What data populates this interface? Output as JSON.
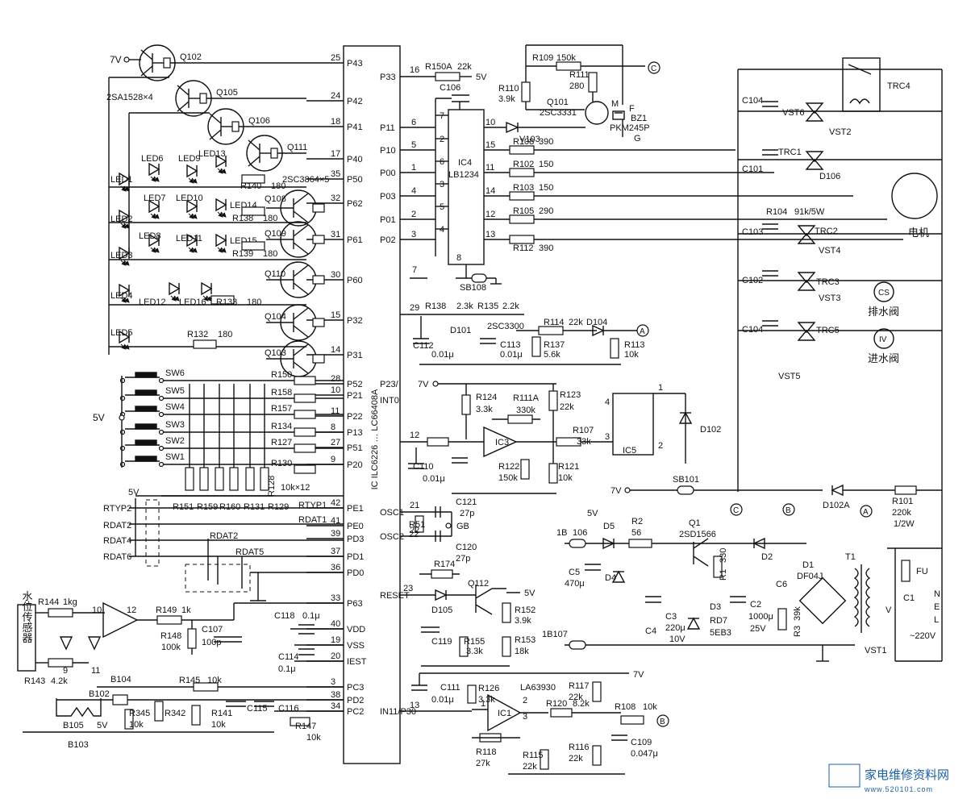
{
  "supply": {
    "v7_top": "7V",
    "v5_sw": "5V",
    "v5_rtyp": "5V",
    "v5_p33": "5V",
    "v7_opto": "7V",
    "v5_reset": "5V",
    "v7_ic1": "7V",
    "v7_sb101": "7V",
    "v5_d5": "5V",
    "v5_b105": "5V"
  },
  "mcu": {
    "name": "IC ILC6226 … LC66408A",
    "left_pins": [
      {
        "num": "25",
        "name": "P43"
      },
      {
        "num": "24",
        "name": "P42"
      },
      {
        "num": "18",
        "name": "P41"
      },
      {
        "num": "17",
        "name": "P40"
      },
      {
        "num": "35",
        "name": "P50"
      },
      {
        "num": "32",
        "name": "P62"
      },
      {
        "num": "31",
        "name": "P61"
      },
      {
        "num": "30",
        "name": "P60"
      },
      {
        "num": "15",
        "name": "P32"
      },
      {
        "num": "14",
        "name": "P31"
      },
      {
        "num": "28",
        "name": "P52"
      },
      {
        "num": "10",
        "name": "P21"
      },
      {
        "num": "11",
        "name": "P22"
      },
      {
        "num": "8",
        "name": "P13"
      },
      {
        "num": "27",
        "name": "P51"
      },
      {
        "num": "9",
        "name": "P20"
      },
      {
        "num": "42",
        "name": "PE1"
      },
      {
        "num": "41",
        "name": "PE0"
      },
      {
        "num": "39",
        "name": "PD3"
      },
      {
        "num": "37",
        "name": "PD1"
      },
      {
        "num": "36",
        "name": "PD0"
      },
      {
        "num": "33",
        "name": "P63"
      },
      {
        "num": "40",
        "name": "VDD"
      },
      {
        "num": "19",
        "name": "VSS"
      },
      {
        "num": "20",
        "name": "IEST"
      },
      {
        "num": "3",
        "name": "PC3"
      },
      {
        "num": "38",
        "name": "PD2"
      },
      {
        "num": "34",
        "name": "PC2"
      }
    ],
    "right_pins": [
      {
        "num": "16",
        "name": "P33"
      },
      {
        "num": "6",
        "name": "P11"
      },
      {
        "num": "5",
        "name": "P10"
      },
      {
        "num": "1",
        "name": "P00"
      },
      {
        "num": "4",
        "name": "P03"
      },
      {
        "num": "2",
        "name": "P01"
      },
      {
        "num": "3",
        "name": "P02"
      },
      {
        "num": "29",
        "name": ""
      },
      {
        "num": "",
        "name": "P23/"
      },
      {
        "num": "",
        "name": "INT0"
      },
      {
        "num": "12",
        "name": ""
      },
      {
        "num": "21",
        "name": "OSC1"
      },
      {
        "num": "22",
        "name": "OSC2"
      },
      {
        "num": "23",
        "name": "RESET"
      },
      {
        "num": "13",
        "name": "IN11/P30"
      }
    ]
  },
  "transistors_top": [
    "Q102",
    "Q105",
    "Q106",
    "Q111"
  ],
  "transistors_top_type": "2SA1528×4",
  "transistors_mid": [
    "Q108",
    "Q109",
    "Q110",
    "Q104",
    "Q103"
  ],
  "transistors_mid_type": "2SC3864×5",
  "leds": [
    "LED1",
    "LED2",
    "LED3",
    "LED4",
    "LED5",
    "LED6",
    "LED7",
    "LED8",
    "LED9",
    "LED10",
    "LED11",
    "LED12",
    "LED13",
    "LED14",
    "LED15",
    "LED16"
  ],
  "led_resistors": [
    {
      "ref": "R140",
      "val": "180"
    },
    {
      "ref": "R138",
      "val": "180"
    },
    {
      "ref": "R139",
      "val": "180"
    },
    {
      "ref": "R133",
      "val": "180"
    },
    {
      "ref": "R132",
      "val": "180"
    }
  ],
  "switches": [
    "SW6",
    "SW5",
    "SW4",
    "SW3",
    "SW2",
    "SW1"
  ],
  "sw_resistors": [
    "R150",
    "R158",
    "R157",
    "R134",
    "R127",
    "R130"
  ],
  "pull_resistors": {
    "group": "10k×12",
    "refs": [
      "R151",
      "R159",
      "R160",
      "R131",
      "R129",
      "R128"
    ]
  },
  "rtyp": {
    "labels": [
      "RTYP2",
      "RTYP1",
      "RDAT1",
      "RDAT2",
      "RDAT4",
      "RDAT6",
      "RDAT2",
      "RDAT5"
    ]
  },
  "water_sensor": {
    "label": "水位传感器",
    "r144": "R144",
    "r144_val": "1kg",
    "r143": "R143",
    "r143_val": "4.2k",
    "pins": [
      "10",
      "12",
      "9",
      "11"
    ],
    "r149": "R149",
    "r149_val": "1k",
    "r148": "R148",
    "r148_val": "100k",
    "c107": "C107",
    "c107_val": "100p"
  },
  "vdd_caps": {
    "c118": "C118",
    "c118_val": "0.1μ",
    "c114": "C114",
    "c114_val": "0.1μ"
  },
  "lower_left": {
    "b104": "B104",
    "b102": "B102",
    "b105": "B105",
    "b103": "B103",
    "r145": "R145",
    "r145_val": "10k",
    "r345": "R345",
    "r345_val": "10k",
    "r342": "R342",
    "r141": "R141",
    "r141_val": "10k",
    "c115": "C115",
    "c116": "C116",
    "r147": "R147",
    "r147_val": "10k"
  },
  "ic4": {
    "ref": "IC4",
    "part": "LB1234",
    "pins_left": [
      "7",
      "2",
      "6",
      "3",
      "5",
      "4"
    ],
    "pins_bottom": [
      "8"
    ],
    "pins_right": [
      "10",
      "15",
      "11",
      "14",
      "12",
      "13"
    ],
    "c106": "C106",
    "sb108": "SB108",
    "pin7": "7"
  },
  "p33": {
    "r150a": "R150A",
    "r150a_val": "22k"
  },
  "buzzer": {
    "r109": "R109",
    "r109_val": "150k",
    "r110": "R110",
    "r110_val": "3.9k",
    "r111": "R111",
    "r111_val": "280",
    "q101": "Q101",
    "q101_part": "2SC3331",
    "bz1": "BZ1",
    "bz1_part": "PKM245P",
    "f": "F",
    "m": "M",
    "g": "G",
    "v103": "V103"
  },
  "drive_res": [
    {
      "ref": "R108",
      "val": "390"
    },
    {
      "ref": "R102",
      "val": "150"
    },
    {
      "ref": "R103",
      "val": "150"
    },
    {
      "ref": "R105",
      "val": "290"
    },
    {
      "ref": "R112",
      "val": "390"
    }
  ],
  "power_right": {
    "trc4": "TRC4",
    "c104a": "C104",
    "vst6": "VST6",
    "vst2": "VST2",
    "trc1": "TRC1",
    "c101": "C101",
    "d106": "D106",
    "r104": "R104",
    "r104_val": "91k/5W",
    "motor": "电机",
    "c103": "C103",
    "trc2": "TRC2",
    "vst4": "VST4",
    "c102": "C102",
    "trc3": "TRC3",
    "cs": "CS",
    "drain_valve": "排水阀",
    "vst3": "VST3",
    "c104b": "C104",
    "trc5": "TRC5",
    "iv": "IV",
    "inlet_valve": "进水阀",
    "vst5": "VST5"
  },
  "opto": {
    "r138": "R138",
    "r138_val": "2.3k",
    "r135": "R135",
    "r135_val": "2.2k",
    "d101": "D101",
    "q_part": "2SC3300",
    "r114": "R114",
    "r114_val": "22k",
    "d104": "D104",
    "c112": "C112",
    "c112_val": "0.01μ",
    "c113": "C113",
    "c113_val": "0.01μ",
    "r137": "R137",
    "r137_val": "5.6k",
    "r113": "R113",
    "r113_val": "10k",
    "pin29": "29"
  },
  "ic3": {
    "r124": "R124",
    "r124_val": "3.3k",
    "r111a": "R111A",
    "r111a_val": "330k",
    "r123": "R123",
    "r123_val": "22k",
    "ic3": "IC3",
    "r107": "R107",
    "r107_val": "33k",
    "ic5": "IC5",
    "d102": "D102",
    "c110": "C110",
    "c110_val": "0.01μ",
    "r122": "R122",
    "r122_val": "150k",
    "r121": "R121",
    "r121_val": "10k",
    "pins": [
      "1",
      "2",
      "3",
      "4"
    ]
  },
  "osc": {
    "c121": "C121",
    "c121_val": "27p",
    "r51": "R51",
    "r51_val": "22",
    "c120": "C120",
    "c120_val": "27p",
    "gb": "GB",
    "p21": "21",
    "p22": "22"
  },
  "reset": {
    "r174": "R174",
    "q112": "Q112",
    "d105": "D105",
    "r152": "R152",
    "r152_val": "3.9k",
    "c119": "C119",
    "r155": "R155",
    "r155_val": "3.3k",
    "r153": "R153",
    "r153_val": "18k",
    "pin": "23"
  },
  "ic1": {
    "c111": "C111",
    "c111_val": "0.01μ",
    "r126": "R126",
    "r126_val": "3.3k",
    "part": "LA63930",
    "r117": "R117",
    "r117_val": "22k",
    "ic1": "IC1",
    "r120": "R120",
    "r120_val": "8.2k",
    "r108": "R108",
    "r108_val": "10k",
    "r118": "R118",
    "r118_val": "27k",
    "r115": "R115",
    "r115_val": "22k",
    "r116": "R116",
    "r116_val": "22k",
    "c109": "C109",
    "c109_val": "0.047μ",
    "pins": [
      "1",
      "2",
      "3"
    ]
  },
  "psu": {
    "sb101": "SB101",
    "d102a": "D102A",
    "r101": "R101",
    "r101_val": "220k",
    "r101_w": "1/2W",
    "j1b106": "1B",
    "j106": "106",
    "d5": "D5",
    "r2": "R2",
    "r2_val": "56",
    "q1": "Q1",
    "q1_part": "2SD1566",
    "d2": "D2",
    "d1": "D1",
    "d1_part": "DF04J",
    "t1": "T1",
    "fu": "FU",
    "c5": "C5",
    "c5_val": "470μ",
    "d4": "D4",
    "r1": "R1",
    "r1_val": "330",
    "c3": "C3",
    "c3_val": "220μ",
    "c3_v": "10V",
    "c4": "C4",
    "d3": "D3",
    "rd7": "RD7",
    "rd7_part": "5EB3",
    "c2": "C2",
    "c2_val": "1000μ",
    "c2_v": "25V",
    "c6": "C6",
    "r3": "R3",
    "r3_val": "39k",
    "vst1": "VST1",
    "c1": "C1",
    "n": "N",
    "e": "E",
    "l": "L",
    "mains": "~220V",
    "v": "V",
    "j1b107": "1B107"
  },
  "connectors": {
    "c": "C",
    "a": "A",
    "b": "B"
  },
  "watermark": {
    "title": "家电维修资料网",
    "url": "www.520101.com"
  }
}
